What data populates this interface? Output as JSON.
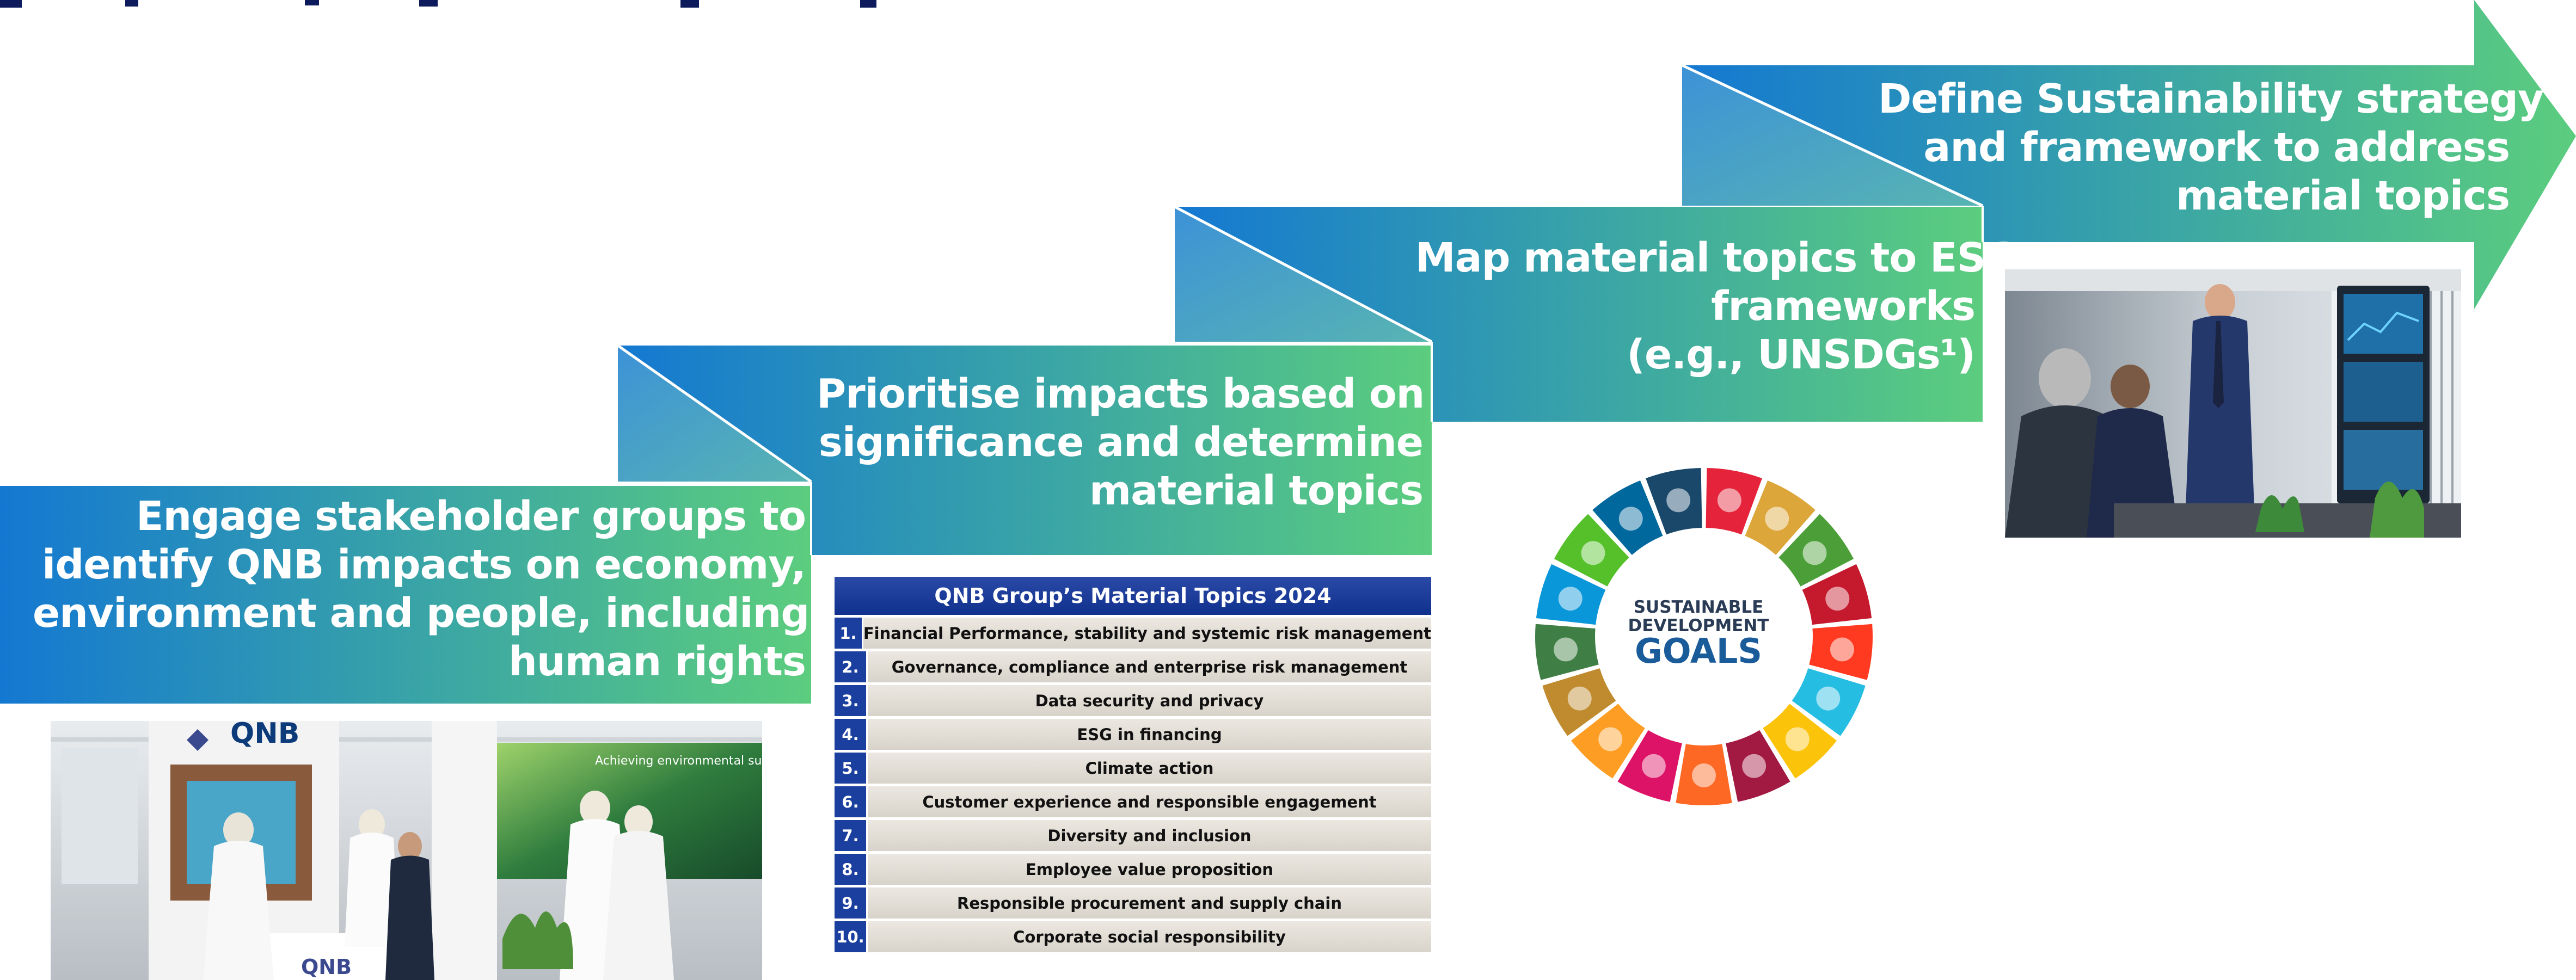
{
  "steps": [
    {
      "lines": [
        "Engage stakeholder groups to",
        "identify QNB impacts on economy,",
        "environment and people, including",
        "human rights"
      ]
    },
    {
      "lines": [
        "Prioritise impacts based on",
        "significance and determine",
        "material topics"
      ]
    },
    {
      "lines": [
        "Map material topics to ESG",
        "frameworks",
        "(e.g., UNSDGs¹)"
      ]
    },
    {
      "lines": [
        "Define Sustainability strategy",
        "and framework to address",
        "material topics"
      ]
    }
  ],
  "material_topics": {
    "title": "QNB Group’s Material Topics 2024",
    "items": [
      {
        "num": "1.",
        "label": "Financial Performance, stability and systemic risk management"
      },
      {
        "num": "2.",
        "label": "Governance, compliance and enterprise risk management"
      },
      {
        "num": "3.",
        "label": "Data security and privacy"
      },
      {
        "num": "4.",
        "label": "ESG in financing"
      },
      {
        "num": "5.",
        "label": "Climate action"
      },
      {
        "num": "6.",
        "label": "Customer experience and responsible engagement"
      },
      {
        "num": "7.",
        "label": "Diversity and inclusion"
      },
      {
        "num": "8.",
        "label": "Employee value proposition"
      },
      {
        "num": "9.",
        "label": "Responsible procurement and supply chain"
      },
      {
        "num": "10.",
        "label": "Corporate social responsibility"
      }
    ]
  },
  "sdg": {
    "line1": "SUSTAINABLE",
    "line2": "DEVELOPMENT",
    "line3": "GOALS",
    "colors": [
      "#e5243b",
      "#dda63a",
      "#4c9f38",
      "#c5192d",
      "#ff3a21",
      "#26bde2",
      "#fcc30b",
      "#a21942",
      "#fd6925",
      "#dd1367",
      "#fd9d24",
      "#bf8b2e",
      "#3f7e44",
      "#0a97d9",
      "#56c02b",
      "#00689d",
      "#19486a"
    ]
  },
  "photo_text": {
    "qnb_logo": "QNB"
  },
  "colors": {
    "gradient_start": "#1478d2",
    "gradient_end": "#5ccd7e",
    "title_navy": "#0d1b5c",
    "table_blue": "#1a3f9e"
  }
}
